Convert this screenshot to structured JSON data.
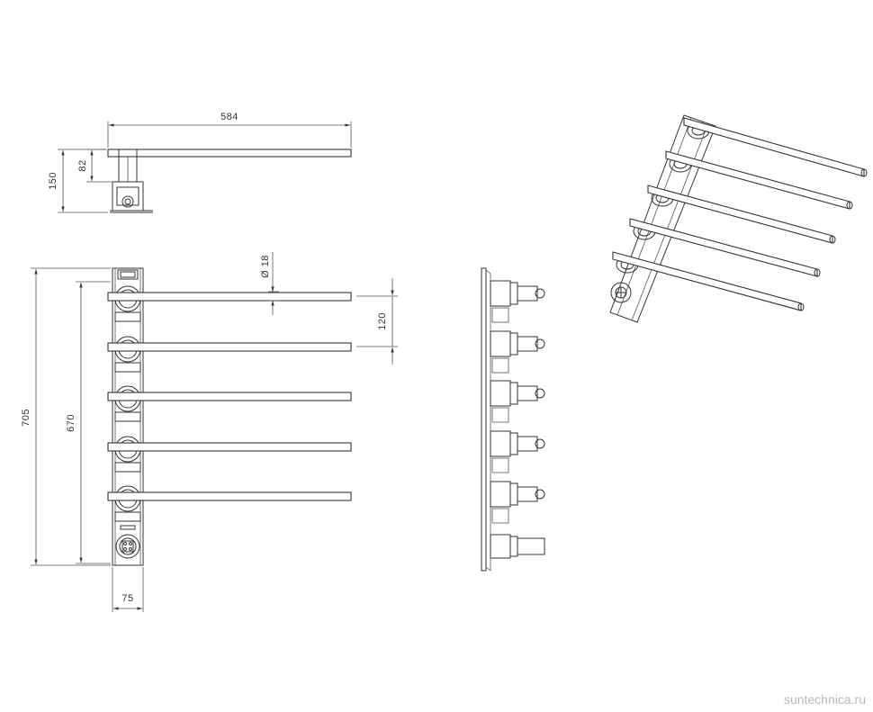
{
  "dimensions": {
    "width_total": "584",
    "depth_total": "150",
    "depth_bracket": "82",
    "tube_diameter": "Ø 18",
    "spacing": "120",
    "height_total": "705",
    "height_inner": "670",
    "width_base": "75"
  },
  "watermark": "suntechnica.ru",
  "colors": {
    "line": "#333333",
    "watermark": "#b8b8b8"
  }
}
